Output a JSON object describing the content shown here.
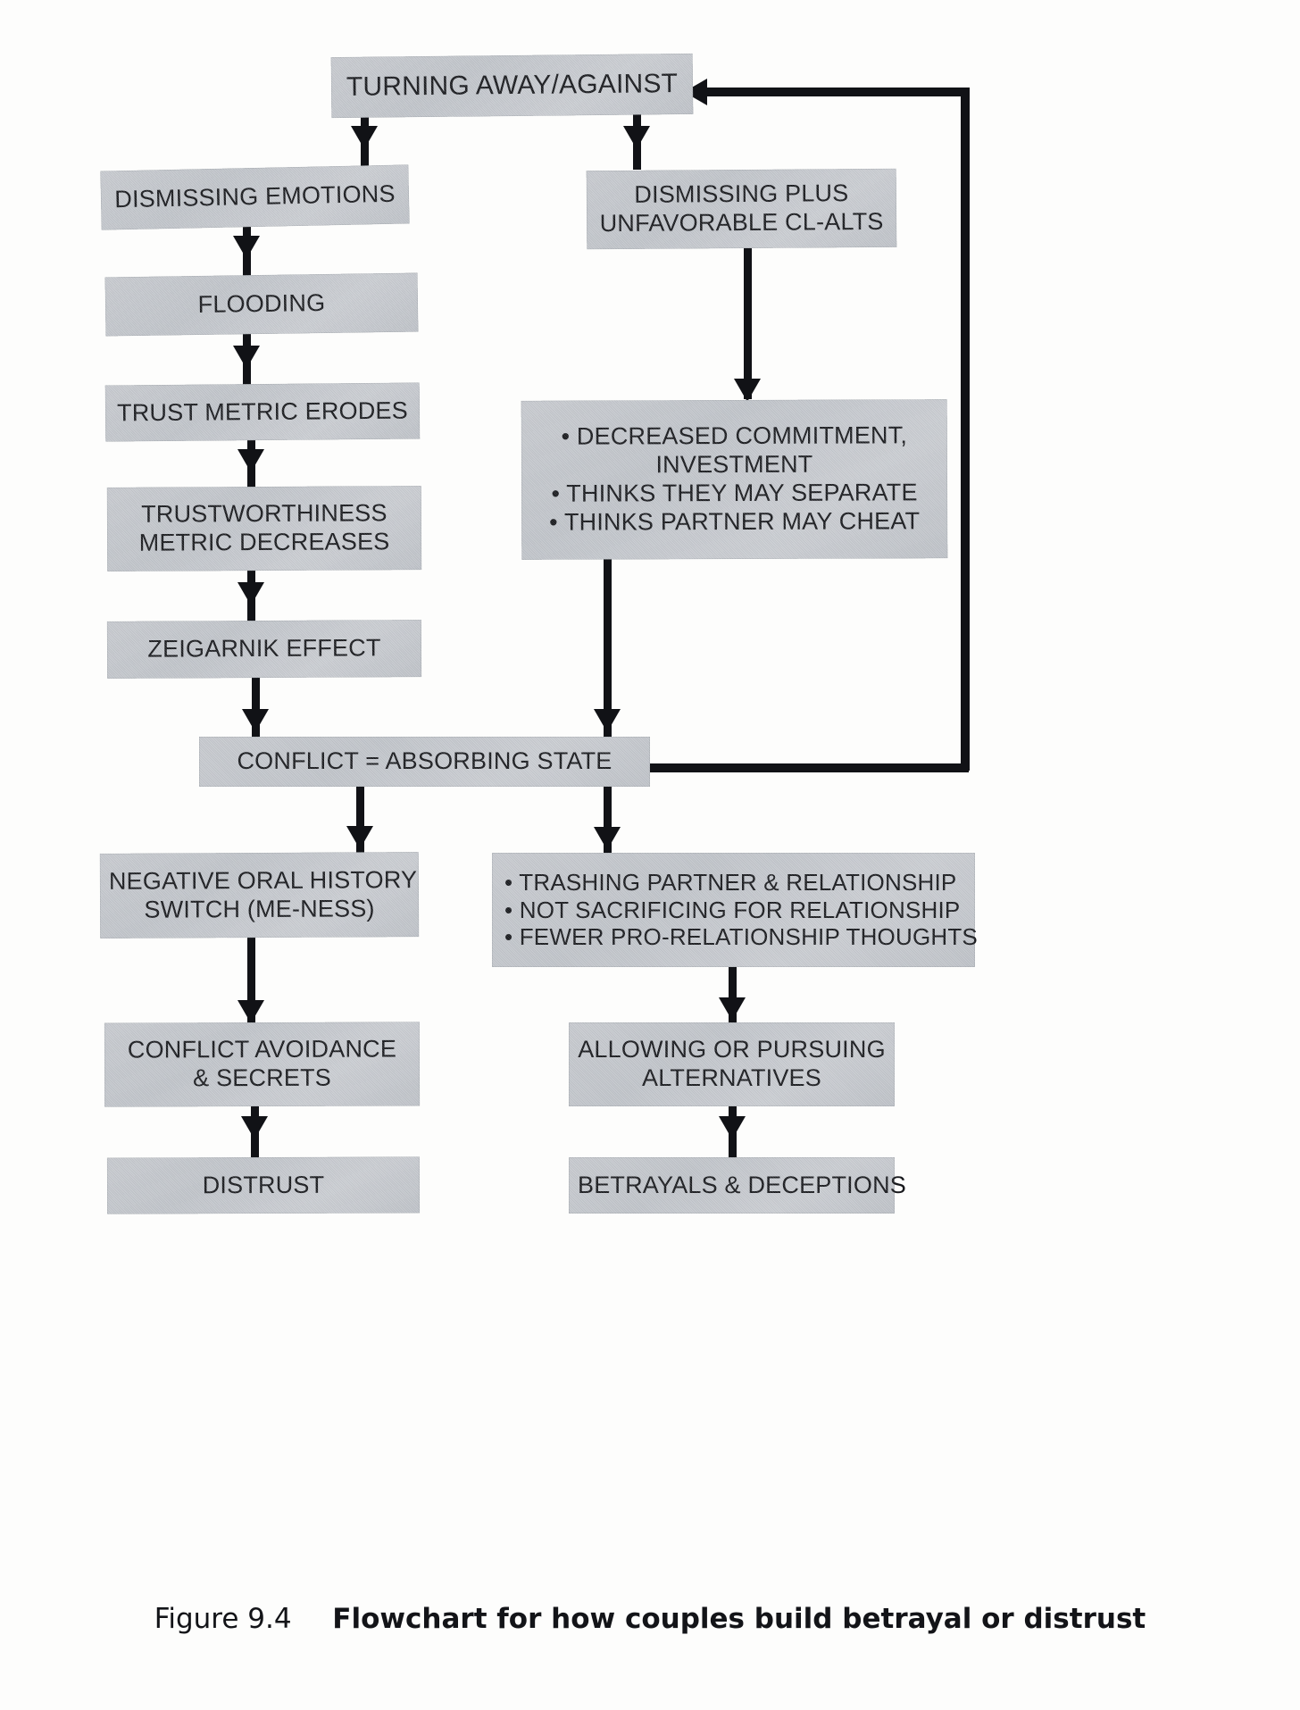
{
  "figure": {
    "label": "Figure 9.4",
    "caption": "Flowchart for how couples build betrayal or distrust"
  },
  "chart_data": {
    "type": "diagram",
    "diagram_kind": "flowchart",
    "title": "Flowchart for how couples build betrayal or distrust",
    "nodes": [
      {
        "id": "turning_away",
        "label": "TURNING AWAY/AGAINST"
      },
      {
        "id": "dismissing_emotions",
        "label": "DISMISSING EMOTIONS"
      },
      {
        "id": "flooding",
        "label": "FLOODING"
      },
      {
        "id": "trust_metric",
        "label": "TRUST METRIC ERODES"
      },
      {
        "id": "trustworthiness",
        "label": "TRUSTWORTHINESS METRIC DECREASES"
      },
      {
        "id": "zeigarnik",
        "label": "ZEIGARNIK EFFECT"
      },
      {
        "id": "dismissing_plus",
        "label": "DISMISSING PLUS UNFAVORABLE CL-ALTS"
      },
      {
        "id": "decreased_commit",
        "label": "DECREASED COMMITMENT, INVESTMENT / THINKS THEY MAY SEPARATE / THINKS PARTNER MAY CHEAT"
      },
      {
        "id": "conflict",
        "label": "CONFLICT = ABSORBING STATE"
      },
      {
        "id": "negative_oral",
        "label": "NEGATIVE ORAL HISTORY SWITCH (ME-NESS)"
      },
      {
        "id": "trashing",
        "label": "TRASHING PARTNER & RELATIONSHIP / NOT SACRIFICING FOR RELATIONSHIP / FEWER PRO-RELATIONSHIP THOUGHTS"
      },
      {
        "id": "conflict_avoidance",
        "label": "CONFLICT AVOIDANCE & SECRETS"
      },
      {
        "id": "allowing",
        "label": "ALLOWING OR PURSUING ALTERNATIVES"
      },
      {
        "id": "distrust",
        "label": "DISTRUST"
      },
      {
        "id": "betrayals",
        "label": "BETRAYALS & DECEPTIONS"
      }
    ],
    "edges": [
      {
        "from": "turning_away",
        "to": "dismissing_emotions"
      },
      {
        "from": "turning_away",
        "to": "dismissing_plus"
      },
      {
        "from": "dismissing_emotions",
        "to": "flooding"
      },
      {
        "from": "flooding",
        "to": "trust_metric"
      },
      {
        "from": "trust_metric",
        "to": "trustworthiness"
      },
      {
        "from": "trustworthiness",
        "to": "zeigarnik"
      },
      {
        "from": "zeigarnik",
        "to": "conflict"
      },
      {
        "from": "dismissing_plus",
        "to": "decreased_commit"
      },
      {
        "from": "decreased_commit",
        "to": "conflict"
      },
      {
        "from": "conflict",
        "to": "negative_oral"
      },
      {
        "from": "conflict",
        "to": "trashing"
      },
      {
        "from": "conflict",
        "to": "turning_away",
        "style": "feedback-loop"
      },
      {
        "from": "negative_oral",
        "to": "conflict_avoidance"
      },
      {
        "from": "conflict_avoidance",
        "to": "distrust"
      },
      {
        "from": "trashing",
        "to": "allowing"
      },
      {
        "from": "allowing",
        "to": "betrayals"
      }
    ]
  },
  "nodes": {
    "turning_away": {
      "line1": "TURNING AWAY/AGAINST"
    },
    "dismissing_emotions": {
      "line1": "DISMISSING EMOTIONS"
    },
    "flooding": {
      "line1": "FLOODING"
    },
    "trust_metric": {
      "line1": "TRUST METRIC ERODES"
    },
    "trustworthiness": {
      "line1": "TRUSTWORTHINESS",
      "line2": "METRIC DECREASES"
    },
    "zeigarnik": {
      "line1": "ZEIGARNIK EFFECT"
    },
    "dismissing_plus": {
      "line1": "DISMISSING PLUS",
      "line2": "UNFAVORABLE CL-ALTS"
    },
    "decreased_commit": {
      "line1": "• DECREASED COMMITMENT,",
      "line2": "INVESTMENT",
      "line3": "• THINKS THEY MAY SEPARATE",
      "line4": "• THINKS PARTNER MAY CHEAT"
    },
    "conflict": {
      "line1": "CONFLICT = ABSORBING STATE"
    },
    "negative_oral": {
      "line1": "NEGATIVE ORAL HISTORY",
      "line2": "SWITCH (ME-NESS)"
    },
    "trashing": {
      "line1": "• TRASHING PARTNER & RELATIONSHIP",
      "line2": "• NOT SACRIFICING FOR RELATIONSHIP",
      "line3": "• FEWER PRO-RELATIONSHIP THOUGHTS"
    },
    "conflict_avoidance": {
      "line1": "CONFLICT AVOIDANCE",
      "line2": "& SECRETS"
    },
    "allowing": {
      "line1": "ALLOWING OR PURSUING",
      "line2": "ALTERNATIVES"
    },
    "distrust": {
      "line1": "DISTRUST"
    },
    "betrayals": {
      "line1": "BETRAYALS & DECEPTIONS"
    }
  },
  "colors": {
    "box_fill": "#c4c8cd",
    "ink": "#111216",
    "page": "#fdfdfc"
  }
}
